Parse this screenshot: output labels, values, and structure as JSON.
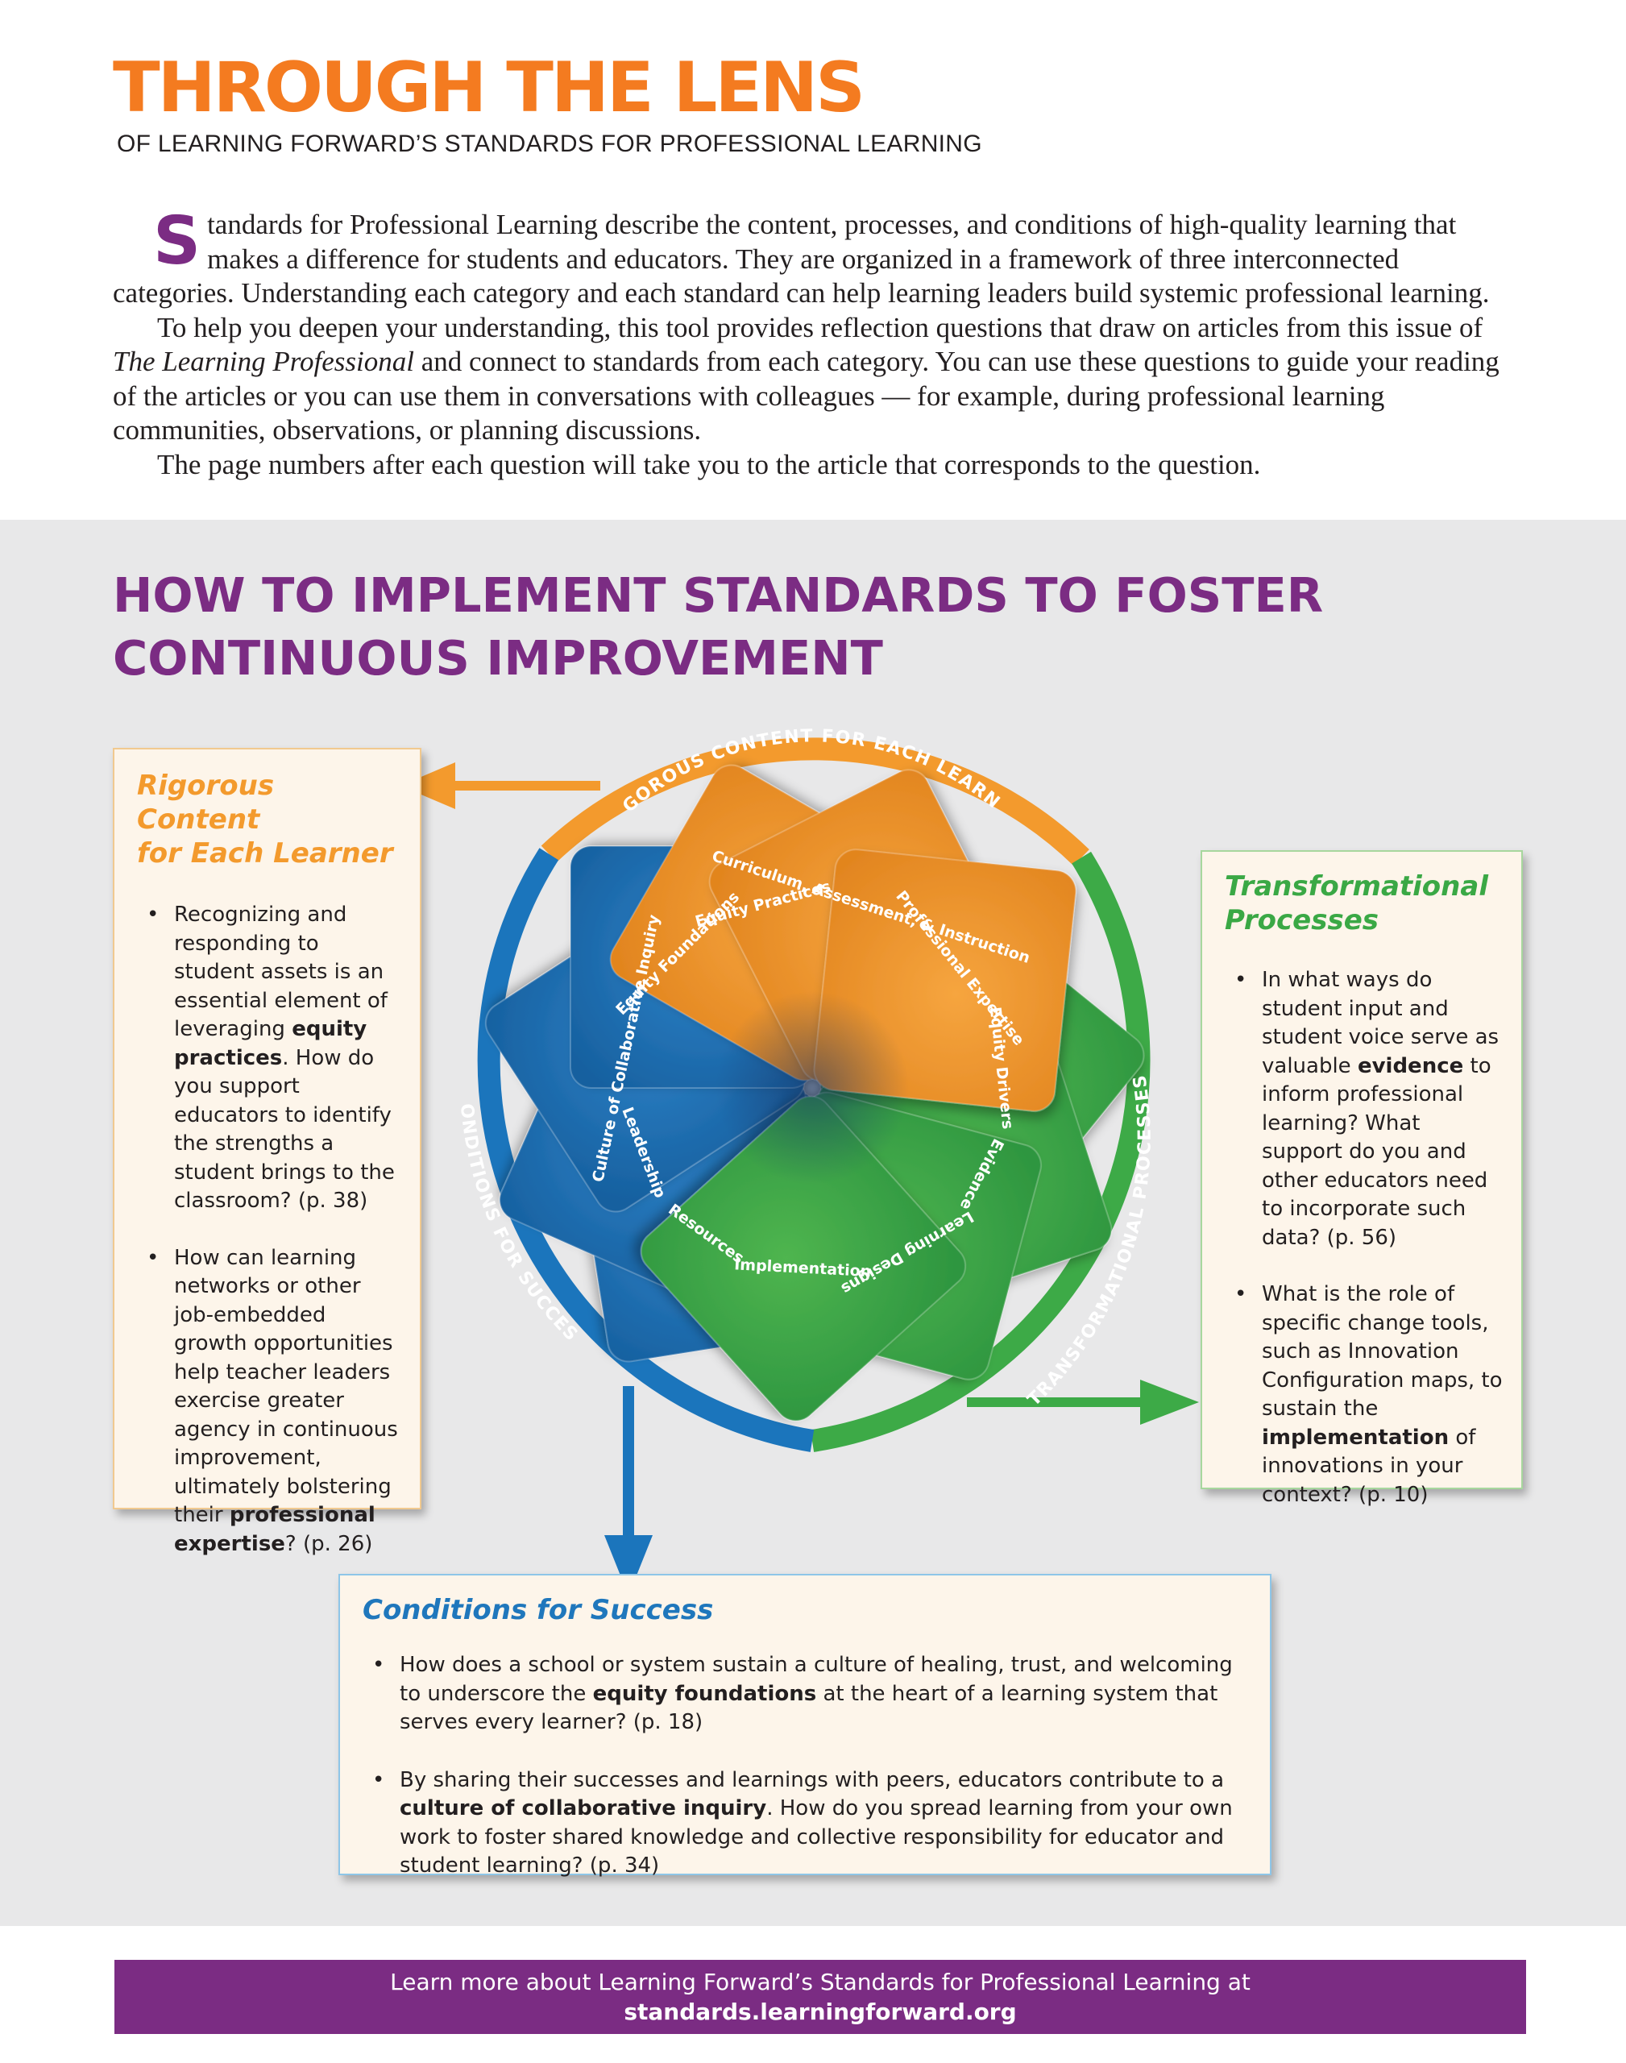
{
  "header": {
    "title": "THROUGH THE LENS",
    "subtitle": "OF LEARNING FORWARD’S STANDARDS FOR PROFESSIONAL LEARNING"
  },
  "intro": {
    "drop_cap": "S",
    "paragraph1": "tandards for Professional Learning describe the content, processes, and conditions of high-quality learning that makes a difference for students and educators. They are organized in a framework of three interconnected categories. Understanding each category and each standard can help learning leaders build systemic professional learning.",
    "paragraph2_start": "To help you deepen your understanding, this tool provides reflection questions that draw on articles from this issue of ",
    "paragraph2_italic": "The Learning Professional",
    "paragraph2_end": " and connect to standards from each category. You can use these questions to guide your reading of the articles or you can use them in conversations with colleagues — for example, during professional learning communities, observations, or planning discussions.",
    "paragraph3": "The page numbers after each question will take you to the article that corresponds to the question."
  },
  "section": {
    "heading_line1": "HOW TO IMPLEMENT STANDARDS TO FOSTER",
    "heading_line2": "CONTINUOUS IMPROVEMENT"
  },
  "diagram": {
    "ring_labels": {
      "rigorous": "RIGOROUS CONTENT FOR EACH LEARNER",
      "transformational": "TRANSFORMATIONAL PROCESSES",
      "conditions": "CONDITIONS FOR SUCCESS"
    },
    "colors": {
      "orange": "#F39A2D",
      "green": "#3DAA47",
      "blue": "#1B75BC",
      "purple": "#7B2C83"
    },
    "cards": [
      {
        "label": "Equity Practices",
        "color": "orange"
      },
      {
        "label": "Curriculum, Assessment, & Instruction",
        "color": "orange"
      },
      {
        "label": "Professional Expertise",
        "color": "orange"
      },
      {
        "label": "Equity Drivers",
        "color": "green"
      },
      {
        "label": "Evidence",
        "color": "green"
      },
      {
        "label": "Learning Designs",
        "color": "green"
      },
      {
        "label": "Implementation",
        "color": "green"
      },
      {
        "label": "Resources",
        "color": "blue"
      },
      {
        "label": "Leadership",
        "color": "blue"
      },
      {
        "label": "Culture of Collaborative Inquiry",
        "color": "blue"
      },
      {
        "label": "Equity Foundations",
        "color": "blue"
      }
    ]
  },
  "rigorous_box": {
    "title_line1": "Rigorous Content",
    "title_line2": "for Each Learner",
    "q1_a": "Recognizing and responding to student assets is an essential element of leveraging ",
    "q1_bold": "equity practices",
    "q1_b": ". How do you support educators to identify the strengths a student brings to the classroom? (p. 38)",
    "q2_a": "How can learning networks or other job-embedded growth opportunities help teacher leaders exercise greater agency in continuous improvement, ultimately bolstering their ",
    "q2_bold": "professional expertise",
    "q2_b": "? (p. 26)"
  },
  "transformational_box": {
    "title_line1": "Transformational",
    "title_line2": "Processes",
    "q1_a": "In what ways do student input and student voice serve as valuable ",
    "q1_bold": "evidence",
    "q1_b": " to inform professional learning? What support do you and other educators need to incorporate such data? (p. 56)",
    "q2_a": "What is the role of specific change tools, such as Innovation Configuration maps, to sustain the ",
    "q2_bold": "implementation",
    "q2_b": " of innovations in your context? (p. 10)"
  },
  "conditions_box": {
    "title": "Conditions for Success",
    "q1_a": "How does a school or system sustain a culture of healing, trust, and welcoming to underscore the ",
    "q1_bold": "equity foundations",
    "q1_b": " at the heart of a learning system that serves every learner? (p. 18)",
    "q2_a": "By sharing their successes and learnings with peers, educators contribute to a ",
    "q2_bold": "culture of collaborative inquiry",
    "q2_b": ". How do you spread learning from your own work to foster shared knowledge and collective responsibility for educator and student learning? (p. 34)"
  },
  "footer": {
    "line1": "Learn more about Learning Forward’s Standards for Professional Learning at",
    "url": "standards.learningforward.org"
  }
}
